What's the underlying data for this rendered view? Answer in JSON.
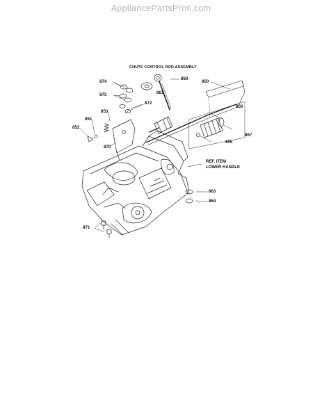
{
  "watermark": "AppliancePartsPros.com",
  "diagram": {
    "title": "CHUTE CONTROL ROD ASSEMBLY",
    "callouts": {
      "p874": "874",
      "p873": "873",
      "p872": "872",
      "p853": "853",
      "p851": "851",
      "p852": "852",
      "p870": "870",
      "p860": "860",
      "p861": "861",
      "p850": "850",
      "p856": "856",
      "p857": "857",
      "p855": "855",
      "p863": "863",
      "p864": "864",
      "p871": "871"
    },
    "ref_note": {
      "line1": "REF. ITEM",
      "line2": "LOWER HANDLE"
    }
  }
}
